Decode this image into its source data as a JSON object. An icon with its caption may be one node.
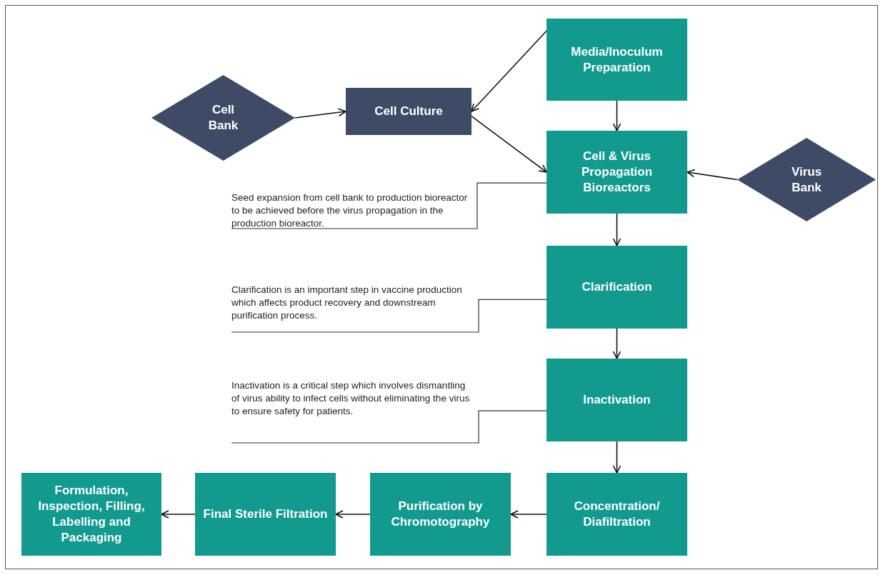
{
  "diagram": {
    "nodes": [
      {
        "text": [
          "Cell Bank"
        ]
      },
      {
        "text": [
          "Cell Culture"
        ]
      },
      {
        "text": [
          "Media/Inoculum Preparation"
        ]
      },
      {
        "text": [
          "Cell & Virus Propagation Bioreactors"
        ]
      },
      {
        "text": [
          "Virus Bank"
        ]
      },
      {
        "text": [
          "Seed expansion from cell bank to production bioreactor to be achieved before the virus propagation in the production bioreactor."
        ]
      },
      {
        "text": [
          "Clarification"
        ]
      },
      {
        "text": [
          "Clarification is an important step in vaccine production which affects product recovery and downstream purification process."
        ]
      },
      {
        "text": [
          "Inactivation"
        ]
      },
      {
        "text": [
          "Inactivation is a critical step which involves dismantling of virus ability to infect cells without eliminating the virus to ensure safety for patients."
        ]
      },
      {
        "text": [
          "Concentration/ Diafiltration"
        ]
      },
      {
        "text": [
          "Purification by Chromotography"
        ]
      },
      {
        "text": [
          "Final Sterile Filtration"
        ]
      },
      {
        "text": [
          "Formulation, Inspection, Filling, Labelling and Packaging"
        ]
      }
    ],
    "edges": [
      {
        "from": 0,
        "to": 1,
        "arrow": "to"
      },
      {
        "from": 2,
        "to": 1,
        "arrow": "to"
      },
      {
        "from": 1,
        "to": 3,
        "arrow": "to"
      },
      {
        "from": 2,
        "to": 3,
        "arrow": "to"
      },
      {
        "from": 4,
        "to": 3,
        "arrow": "to"
      },
      {
        "from": 5,
        "to": 3,
        "arrow": "none"
      },
      {
        "from": 3,
        "to": 6,
        "arrow": "to"
      },
      {
        "from": 7,
        "to": 6,
        "arrow": "none"
      },
      {
        "from": 6,
        "to": 8,
        "arrow": "to"
      },
      {
        "from": 9,
        "to": 8,
        "arrow": "none"
      },
      {
        "from": 8,
        "to": 10,
        "arrow": "to"
      },
      {
        "from": 10,
        "to": 11,
        "arrow": "to"
      },
      {
        "from": 11,
        "to": 12,
        "arrow": "to"
      },
      {
        "from": 12,
        "to": 13,
        "arrow": "to"
      }
    ]
  }
}
